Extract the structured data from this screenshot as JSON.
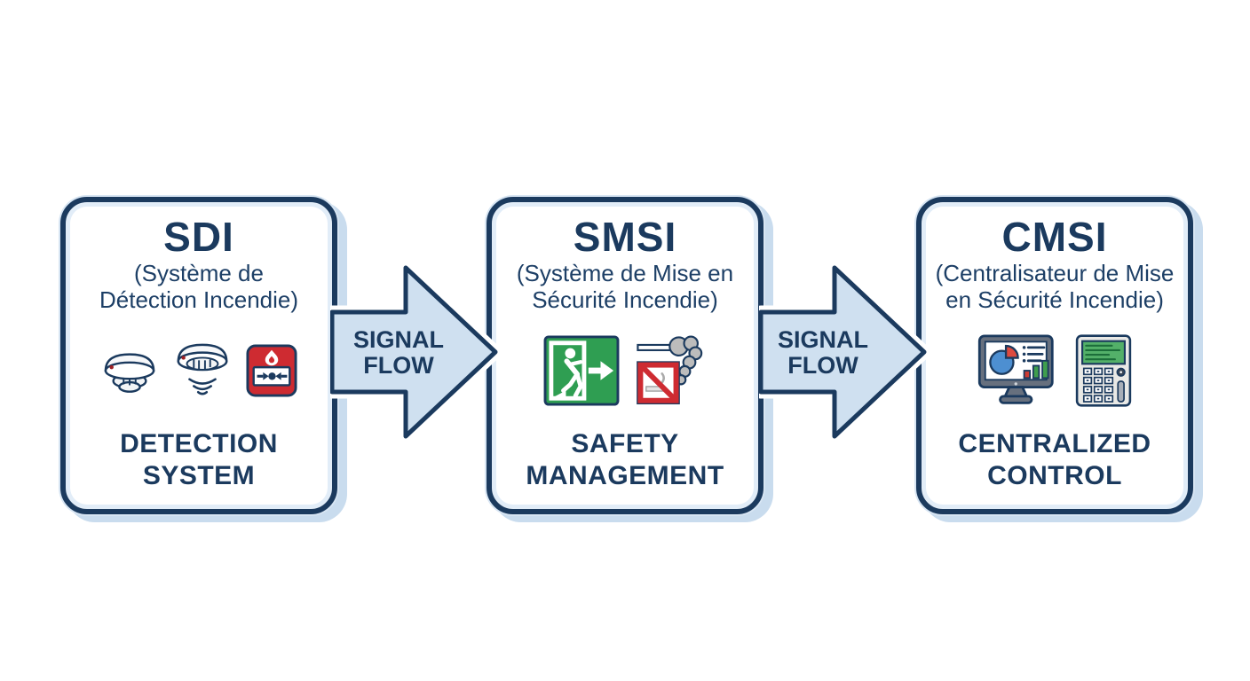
{
  "colors": {
    "navy": "#1b3a5e",
    "arrow_fill": "#cfe0f0",
    "shadow_blue": "#c9dcee",
    "call_point_red": "#ce2b31",
    "exit_green": "#2f9e52",
    "smoke_gray": "#bcbcbc",
    "monitor_gray": "#67707e",
    "pie_blue": "#4d8fd1",
    "pie_red": "#dd4a3f",
    "bar_green": "#3f9e4d",
    "panel_gray": "#e9e9e6",
    "screen_green": "#53b069"
  },
  "boxes": [
    {
      "title": "SDI",
      "subtitle_line1": "(Système de",
      "subtitle_line2": "Détection Incendie)",
      "label_line1": "DETECTION",
      "label_line2": "SYSTEM",
      "icons": [
        "smoke-detector-icon",
        "smoke-detector-alarm-icon",
        "manual-call-point-icon"
      ]
    },
    {
      "title": "SMSI",
      "subtitle_line1": "(Système de Mise en",
      "subtitle_line2": "Sécurité Incendie)",
      "label_line1": "SAFETY",
      "label_line2": "MANAGEMENT",
      "icons": [
        "emergency-exit-icon",
        "smoke-extraction-icon"
      ]
    },
    {
      "title": "CMSI",
      "subtitle_line1": "(Centralisateur de Mise",
      "subtitle_line2": "en Sécurité Incendie)",
      "label_line1": "CENTRALIZED",
      "label_line2": "CONTROL",
      "icons": [
        "dashboard-monitor-icon",
        "control-panel-icon"
      ]
    }
  ],
  "arrows": [
    {
      "line1": "SIGNAL",
      "line2": "FLOW"
    },
    {
      "line1": "SIGNAL",
      "line2": "FLOW"
    }
  ]
}
